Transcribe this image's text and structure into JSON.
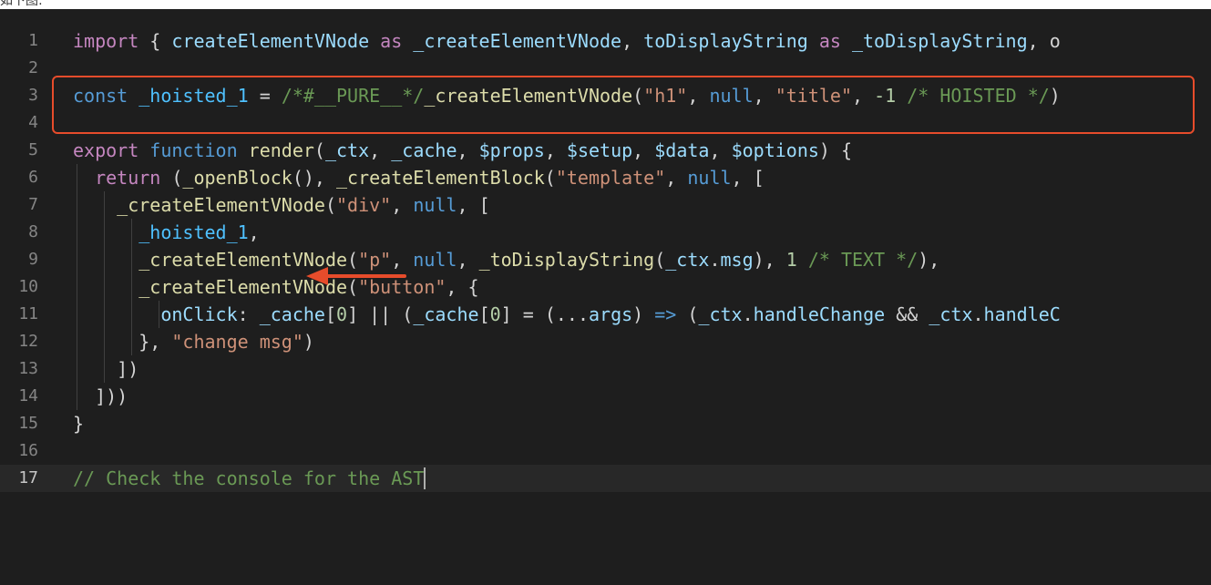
{
  "caption": "如下图:",
  "colors": {
    "background": "#1e1e1e",
    "highlight_box": "#e74c2b",
    "arrow": "#e74c2b"
  },
  "lines": [
    {
      "num": "1",
      "tokens": [
        {
          "t": "import",
          "c": "k-ctrl"
        },
        {
          "t": " { ",
          "c": "k-punc"
        },
        {
          "t": "createElementVNode",
          "c": "k-var"
        },
        {
          "t": " as ",
          "c": "k-ctrl"
        },
        {
          "t": "_createElementVNode",
          "c": "k-var"
        },
        {
          "t": ", ",
          "c": "k-punc"
        },
        {
          "t": "toDisplayString",
          "c": "k-var"
        },
        {
          "t": " as ",
          "c": "k-ctrl"
        },
        {
          "t": "_toDisplayString",
          "c": "k-var"
        },
        {
          "t": ", o",
          "c": "k-punc"
        }
      ]
    },
    {
      "num": "2",
      "tokens": []
    },
    {
      "num": "3",
      "tokens": [
        {
          "t": "const",
          "c": "k-key"
        },
        {
          "t": " ",
          "c": "k-punc"
        },
        {
          "t": "_hoisted_1",
          "c": "k-const"
        },
        {
          "t": " = ",
          "c": "k-punc"
        },
        {
          "t": "/*#__PURE__*/",
          "c": "k-com"
        },
        {
          "t": "_createElementVNode",
          "c": "k-fn"
        },
        {
          "t": "(",
          "c": "k-punc"
        },
        {
          "t": "\"h1\"",
          "c": "k-str"
        },
        {
          "t": ", ",
          "c": "k-punc"
        },
        {
          "t": "null",
          "c": "k-key"
        },
        {
          "t": ", ",
          "c": "k-punc"
        },
        {
          "t": "\"title\"",
          "c": "k-str"
        },
        {
          "t": ", ",
          "c": "k-punc"
        },
        {
          "t": "-1",
          "c": "k-num"
        },
        {
          "t": " ",
          "c": "k-punc"
        },
        {
          "t": "/* HOISTED */",
          "c": "k-com"
        },
        {
          "t": ")",
          "c": "k-punc"
        }
      ]
    },
    {
      "num": "4",
      "tokens": []
    },
    {
      "num": "5",
      "tokens": [
        {
          "t": "export",
          "c": "k-ctrl"
        },
        {
          "t": " ",
          "c": "k-punc"
        },
        {
          "t": "function",
          "c": "k-key"
        },
        {
          "t": " ",
          "c": "k-punc"
        },
        {
          "t": "render",
          "c": "k-fn"
        },
        {
          "t": "(",
          "c": "k-punc"
        },
        {
          "t": "_ctx",
          "c": "k-var"
        },
        {
          "t": ", ",
          "c": "k-punc"
        },
        {
          "t": "_cache",
          "c": "k-var"
        },
        {
          "t": ", ",
          "c": "k-punc"
        },
        {
          "t": "$props",
          "c": "k-var"
        },
        {
          "t": ", ",
          "c": "k-punc"
        },
        {
          "t": "$setup",
          "c": "k-var"
        },
        {
          "t": ", ",
          "c": "k-punc"
        },
        {
          "t": "$data",
          "c": "k-var"
        },
        {
          "t": ", ",
          "c": "k-punc"
        },
        {
          "t": "$options",
          "c": "k-var"
        },
        {
          "t": ") {",
          "c": "k-punc"
        }
      ]
    },
    {
      "num": "6",
      "tokens": [
        {
          "t": "  return",
          "c": "k-ctrl"
        },
        {
          "t": " (",
          "c": "k-punc"
        },
        {
          "t": "_openBlock",
          "c": "k-fn"
        },
        {
          "t": "(), ",
          "c": "k-punc"
        },
        {
          "t": "_createElementBlock",
          "c": "k-fn"
        },
        {
          "t": "(",
          "c": "k-punc"
        },
        {
          "t": "\"template\"",
          "c": "k-str"
        },
        {
          "t": ", ",
          "c": "k-punc"
        },
        {
          "t": "null",
          "c": "k-key"
        },
        {
          "t": ", [",
          "c": "k-punc"
        }
      ]
    },
    {
      "num": "7",
      "tokens": [
        {
          "t": "    ",
          "c": "k-punc"
        },
        {
          "t": "_createElementVNode",
          "c": "k-fn"
        },
        {
          "t": "(",
          "c": "k-punc"
        },
        {
          "t": "\"div\"",
          "c": "k-str"
        },
        {
          "t": ", ",
          "c": "k-punc"
        },
        {
          "t": "null",
          "c": "k-key"
        },
        {
          "t": ", [",
          "c": "k-punc"
        }
      ]
    },
    {
      "num": "8",
      "tokens": [
        {
          "t": "      ",
          "c": "k-punc"
        },
        {
          "t": "_hoisted_1",
          "c": "k-const"
        },
        {
          "t": ",",
          "c": "k-punc"
        }
      ]
    },
    {
      "num": "9",
      "tokens": [
        {
          "t": "      ",
          "c": "k-punc"
        },
        {
          "t": "_createElementVNode",
          "c": "k-fn"
        },
        {
          "t": "(",
          "c": "k-punc"
        },
        {
          "t": "\"p\"",
          "c": "k-str"
        },
        {
          "t": ", ",
          "c": "k-punc"
        },
        {
          "t": "null",
          "c": "k-key"
        },
        {
          "t": ", ",
          "c": "k-punc"
        },
        {
          "t": "_toDisplayString",
          "c": "k-fn"
        },
        {
          "t": "(",
          "c": "k-punc"
        },
        {
          "t": "_ctx",
          "c": "k-var"
        },
        {
          "t": ".",
          "c": "k-punc"
        },
        {
          "t": "msg",
          "c": "k-var"
        },
        {
          "t": "), ",
          "c": "k-punc"
        },
        {
          "t": "1",
          "c": "k-num"
        },
        {
          "t": " ",
          "c": "k-punc"
        },
        {
          "t": "/* TEXT */",
          "c": "k-com"
        },
        {
          "t": "),",
          "c": "k-punc"
        }
      ]
    },
    {
      "num": "10",
      "tokens": [
        {
          "t": "      ",
          "c": "k-punc"
        },
        {
          "t": "_createElementVNode",
          "c": "k-fn"
        },
        {
          "t": "(",
          "c": "k-punc"
        },
        {
          "t": "\"button\"",
          "c": "k-str"
        },
        {
          "t": ", {",
          "c": "k-punc"
        }
      ]
    },
    {
      "num": "11",
      "tokens": [
        {
          "t": "        ",
          "c": "k-punc"
        },
        {
          "t": "onClick",
          "c": "k-var"
        },
        {
          "t": ": ",
          "c": "k-punc"
        },
        {
          "t": "_cache",
          "c": "k-var"
        },
        {
          "t": "[",
          "c": "k-punc"
        },
        {
          "t": "0",
          "c": "k-num"
        },
        {
          "t": "] || (",
          "c": "k-punc"
        },
        {
          "t": "_cache",
          "c": "k-var"
        },
        {
          "t": "[",
          "c": "k-punc"
        },
        {
          "t": "0",
          "c": "k-num"
        },
        {
          "t": "] = (...",
          "c": "k-punc"
        },
        {
          "t": "args",
          "c": "k-var"
        },
        {
          "t": ") ",
          "c": "k-punc"
        },
        {
          "t": "=>",
          "c": "k-key"
        },
        {
          "t": " (",
          "c": "k-punc"
        },
        {
          "t": "_ctx",
          "c": "k-var"
        },
        {
          "t": ".",
          "c": "k-punc"
        },
        {
          "t": "handleChange",
          "c": "k-var"
        },
        {
          "t": " && ",
          "c": "k-punc"
        },
        {
          "t": "_ctx",
          "c": "k-var"
        },
        {
          "t": ".",
          "c": "k-punc"
        },
        {
          "t": "handleC",
          "c": "k-var"
        }
      ]
    },
    {
      "num": "12",
      "tokens": [
        {
          "t": "      }, ",
          "c": "k-punc"
        },
        {
          "t": "\"change msg\"",
          "c": "k-str"
        },
        {
          "t": ")",
          "c": "k-punc"
        }
      ]
    },
    {
      "num": "13",
      "tokens": [
        {
          "t": "    ])",
          "c": "k-punc"
        }
      ]
    },
    {
      "num": "14",
      "tokens": [
        {
          "t": "  ]))",
          "c": "k-punc"
        }
      ]
    },
    {
      "num": "15",
      "tokens": [
        {
          "t": "}",
          "c": "k-punc"
        }
      ]
    },
    {
      "num": "16",
      "tokens": []
    },
    {
      "num": "17",
      "tokens": [
        {
          "t": "// Check the console for the AST",
          "c": "k-com"
        }
      ]
    }
  ]
}
